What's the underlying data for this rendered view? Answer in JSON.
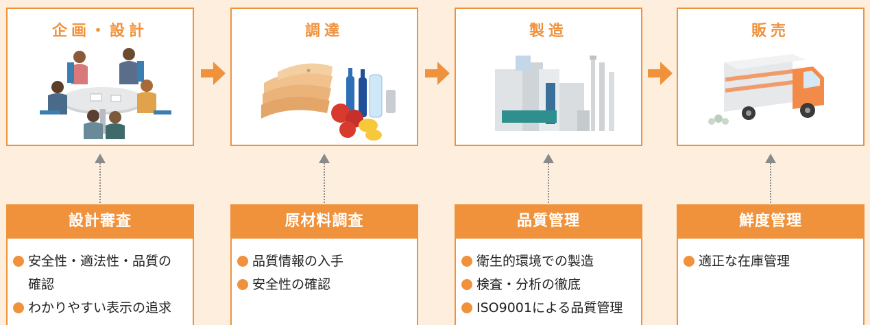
{
  "colors": {
    "accent": "#f0923b",
    "background": "#fdeede",
    "arrow": "#8a8a8a"
  },
  "stages": [
    {
      "title": "企画・設計",
      "illustration": "meeting-people-icon"
    },
    {
      "title": "調達",
      "illustration": "ingredients-icon"
    },
    {
      "title": "製造",
      "illustration": "factory-icon"
    },
    {
      "title": "販売",
      "illustration": "delivery-truck-icon"
    }
  ],
  "checks": [
    {
      "title": "設計審査",
      "items": [
        "安全性・適法性・品質の",
        "確認",
        "わかりやすい表示の追求"
      ]
    },
    {
      "title": "原材料調査",
      "items": [
        "品質情報の入手",
        "安全性の確認"
      ]
    },
    {
      "title": "品質管理",
      "items": [
        "衛生的環境での製造",
        "検査・分析の徹底",
        "ISO9001による品質管理"
      ]
    },
    {
      "title": "鮮度管理",
      "items": [
        "適正な在庫管理"
      ]
    }
  ]
}
